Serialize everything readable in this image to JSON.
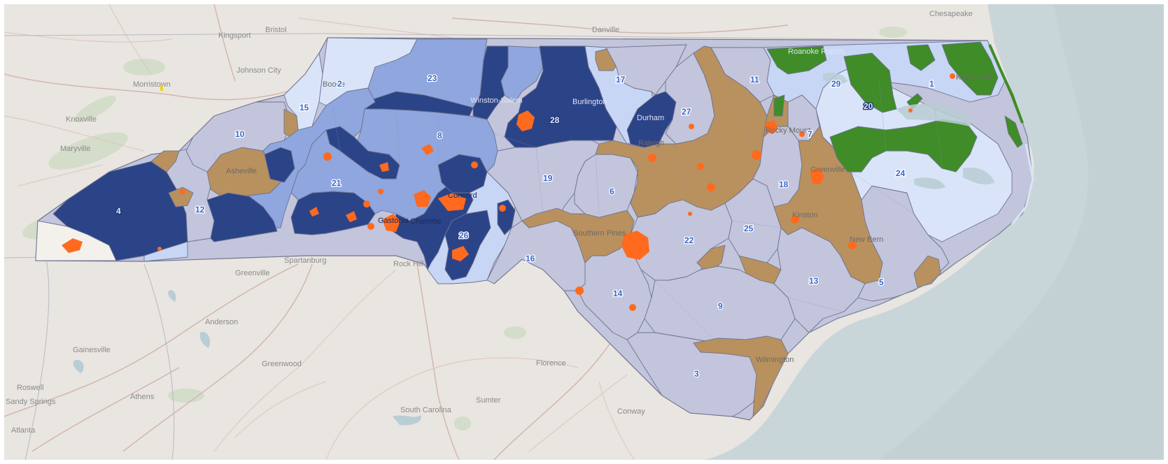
{
  "colors": {
    "background": "#e9e5e0",
    "water": "#c9d6d9",
    "water_deep": "#bccbcf",
    "park": "#cfdcc7",
    "state_outline": "#6f7390",
    "districts": {
      "dark_blue": "#2b4488",
      "medium_blue": "#8fa6de",
      "light_blue": "#c8d6f5",
      "very_light_blue": "#d9e4f8",
      "gray_lavender": "#c2c5db",
      "tan": "#b8915f",
      "green": "#3f8c28",
      "orange_urban": "#ff6a1f",
      "white": "#f4f1ec"
    }
  },
  "places": {
    "outside": [
      {
        "id": "bristol",
        "name": "Bristol"
      },
      {
        "id": "danville",
        "name": "Danville"
      },
      {
        "id": "chesapeake",
        "name": "Chesapeake"
      },
      {
        "id": "kingsport",
        "name": "Kingsport"
      },
      {
        "id": "johnson-city",
        "name": "Johnson City"
      },
      {
        "id": "morristown",
        "name": "Morristown"
      },
      {
        "id": "knoxville",
        "name": "Knoxville"
      },
      {
        "id": "maryville",
        "name": "Maryville"
      },
      {
        "id": "spartanburg",
        "name": "Spartanburg"
      },
      {
        "id": "rock-hill",
        "name": "Rock Hill"
      },
      {
        "id": "greenville",
        "name": "Greenville"
      },
      {
        "id": "anderson",
        "name": "Anderson"
      },
      {
        "id": "gainesville",
        "name": "Gainesville"
      },
      {
        "id": "greenwood",
        "name": "Greenwood"
      },
      {
        "id": "roswell",
        "name": "Roswell"
      },
      {
        "id": "sandy-springs",
        "name": "Sandy Springs"
      },
      {
        "id": "athens",
        "name": "Athens"
      },
      {
        "id": "atlanta",
        "name": "Atlanta"
      },
      {
        "id": "south-carolina",
        "name": "South Carolina"
      },
      {
        "id": "sumter",
        "name": "Sumter"
      },
      {
        "id": "florence",
        "name": "Florence"
      },
      {
        "id": "conway",
        "name": "Conway"
      }
    ],
    "inside": [
      {
        "id": "asheville",
        "name": "Asheville"
      },
      {
        "id": "charlotte",
        "name": "Charlotte"
      },
      {
        "id": "burlington",
        "name": "Burlington"
      },
      {
        "id": "wilmington",
        "name": "Wilmington"
      },
      {
        "id": "boone",
        "name": "Boone"
      },
      {
        "id": "winston-salem",
        "name": "Winston-Salem"
      },
      {
        "id": "gastonia",
        "name": "Gastonia"
      },
      {
        "id": "concord",
        "name": "Concord"
      },
      {
        "id": "southern-pines",
        "name": "Southern Pines"
      },
      {
        "id": "durham",
        "name": "Durham"
      },
      {
        "id": "raleigh",
        "name": "Raleigh"
      },
      {
        "id": "rocky-mount",
        "name": "Rocky Mount"
      },
      {
        "id": "greenville-nc",
        "name": "Greenville"
      },
      {
        "id": "kinston",
        "name": "Kinston"
      },
      {
        "id": "new-bern",
        "name": "New Bern"
      },
      {
        "id": "roanoke-rapids",
        "name": "Roanoke Rapids"
      },
      {
        "id": "kitty-hawk",
        "name": "Kitty Hawk"
      }
    ]
  },
  "district_labels": [
    "2",
    "23",
    "17",
    "11",
    "29",
    "1",
    "15",
    "27",
    "10",
    "8",
    "7",
    "21",
    "19",
    "6",
    "18",
    "24",
    "12",
    "22",
    "25",
    "26",
    "16",
    "13",
    "5",
    "14",
    "9",
    "3",
    "4",
    "20",
    "28"
  ]
}
